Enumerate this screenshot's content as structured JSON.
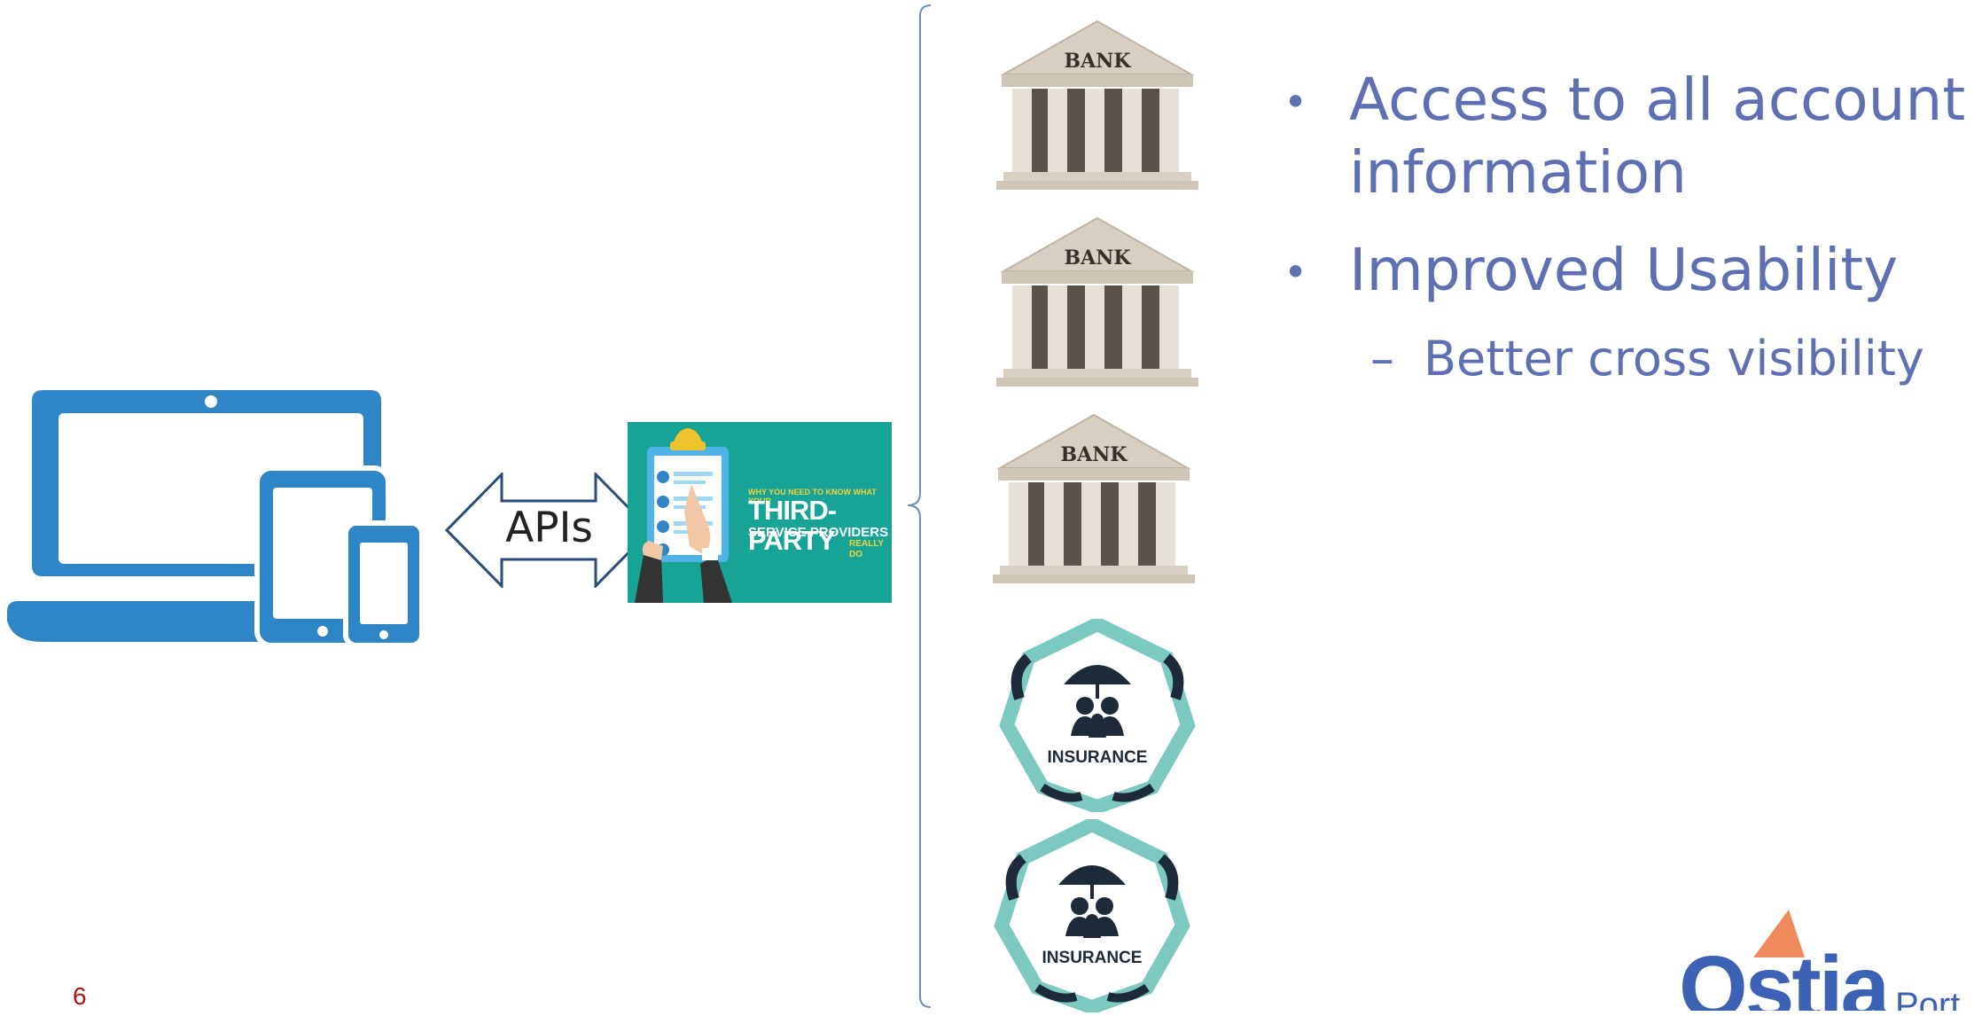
{
  "slide": {
    "page_number": "6",
    "arrow_label": "APIs"
  },
  "third_party_card": {
    "small_caption": "WHY YOU NEED TO KNOW WHAT YOUR",
    "title": "THIRD-PARTY",
    "subtitle": "SERVICE PROVIDERS",
    "tagline": "REALLY DO"
  },
  "institutions": [
    {
      "kind": "bank",
      "label": "BANK"
    },
    {
      "kind": "bank",
      "label": "BANK"
    },
    {
      "kind": "bank",
      "label": "BANK"
    },
    {
      "kind": "insurance",
      "label": "INSURANCE"
    },
    {
      "kind": "insurance",
      "label": "INSURANCE"
    }
  ],
  "bullets": [
    {
      "marker": "•",
      "text": "Access to all account information"
    },
    {
      "marker": "•",
      "text": "Improved Usability"
    }
  ],
  "sub_bullets": [
    {
      "marker": "–",
      "text": "Better cross visibility"
    }
  ],
  "logo": {
    "main": "Ostia",
    "sub": "Port"
  },
  "colors": {
    "device_blue": "#2f86c6",
    "bullet_text": "#5f6fb3",
    "card_teal": "#17a496",
    "arrow_stroke": "#2a4d7a",
    "brace": "#6d8fbf",
    "page_number": "#b01212",
    "logo_blue": "#3b62b5",
    "logo_orange": "#ef8a5c"
  },
  "icons": [
    "laptop-icon",
    "tablet-icon",
    "phone-icon",
    "clipboard-icon",
    "bank-icon",
    "insurance-icon",
    "umbrella-icon"
  ]
}
